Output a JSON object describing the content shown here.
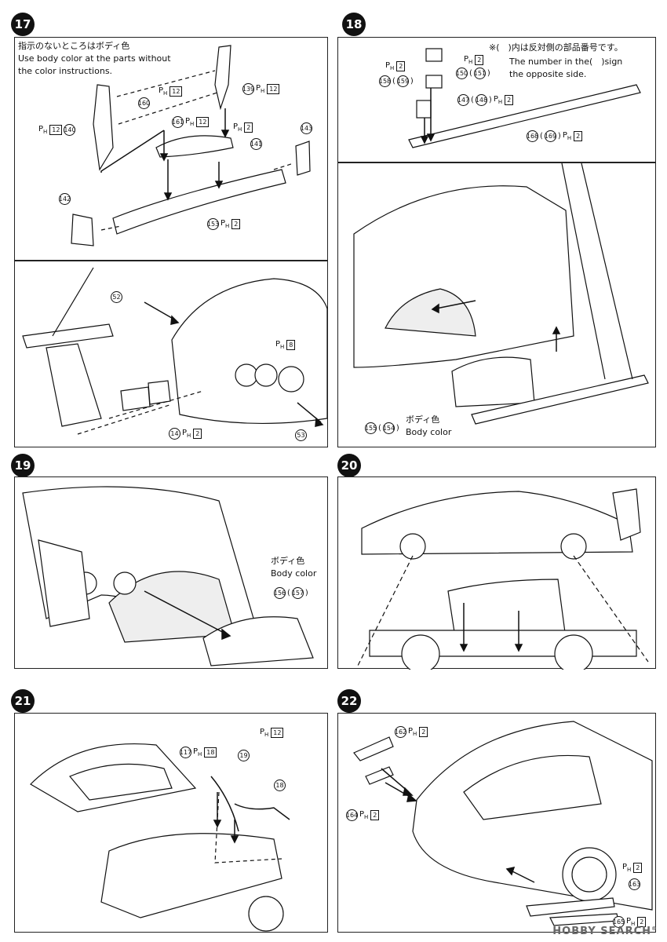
{
  "steps": {
    "s17": "17",
    "s18": "18",
    "s19": "19",
    "s20": "20",
    "s21": "21",
    "s22": "22"
  },
  "s17": {
    "note_jp": "指示のないところはボディ色",
    "note_en1": "Use body color at the parts without",
    "note_en2": "the color instructions.",
    "p160": "160",
    "p139": "139",
    "p140": "140",
    "p161": "161",
    "p141": "141",
    "p143": "143",
    "p142": "142",
    "p153": "153",
    "p52": "52",
    "p14": "14",
    "p53": "53",
    "ph12": "12",
    "ph2": "2",
    "ph8": "8",
    "ph_prefix": "P",
    "ph_sub": "H"
  },
  "s18": {
    "note_jp": "※(　)内は反対側の部品番号です。",
    "note_en1": "The number in the(　)sign",
    "note_en2": "the opposite side.",
    "p150": "150",
    "p151": "151",
    "p158": "158",
    "p159": "159",
    "p147": "147",
    "p148": "148",
    "p168": "168",
    "p169": "169",
    "p155": "155",
    "p154": "154",
    "body_jp": "ボディ色",
    "body_en": "Body color"
  },
  "s19": {
    "body_jp": "ボディ色",
    "body_en": "Body color",
    "p156": "156",
    "p157": "157"
  },
  "s21": {
    "p117": "117",
    "ph18": "18",
    "p19": "19",
    "p18": "18",
    "ph12": "12"
  },
  "s22": {
    "p162": "162",
    "p164": "164",
    "p163": "163",
    "p165": "165",
    "ph2": "2"
  },
  "watermark": {
    "name": "HOBBY SEARCH",
    "mark": "®"
  }
}
